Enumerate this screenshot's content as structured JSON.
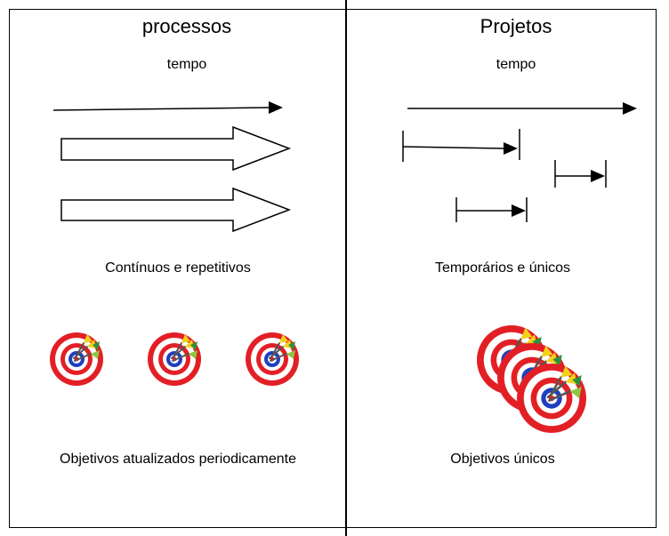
{
  "left": {
    "title": "processos",
    "subtitle": "tempo",
    "caption_top": "Contínuos e repetitivos",
    "caption_bottom": "Objetivos atualizados periodicamente"
  },
  "right": {
    "title": "Projetos",
    "subtitle": "tempo",
    "caption_top": "Temporários e únicos",
    "caption_bottom": "Objetivos únicos"
  },
  "colors": {
    "ring_red": "#e31f26",
    "ring_blue": "#1f3fbf",
    "ink": "#000000"
  },
  "icons": [
    "arrow-icon",
    "block-arrow-icon",
    "interval-arrow-icon",
    "target-icon"
  ]
}
